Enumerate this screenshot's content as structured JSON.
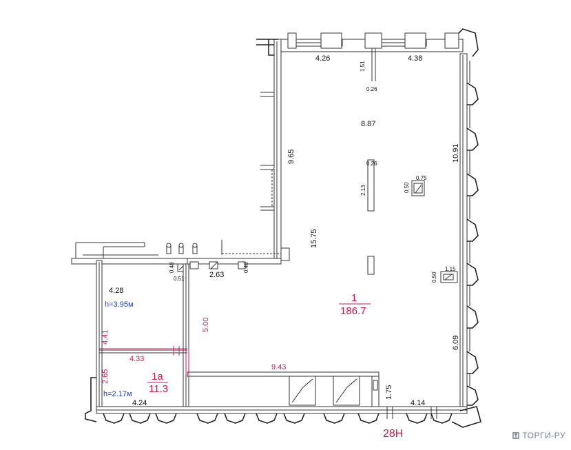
{
  "dimensions": {
    "top_left": "4.26",
    "top_right": "4.38",
    "wall_short": "1.51",
    "wall_thick_top": "0.26",
    "inner_length": "8.87",
    "right_wall": "10.91",
    "left_upper": "9.65",
    "column_thick": "0.26",
    "column_length": "2.13",
    "niche_w": "0.75",
    "niche_h": "0.50",
    "center_long": "15.75",
    "small_a": "0.48",
    "small_b": "0.51",
    "small_c": "0.40",
    "corridor": "2.63",
    "niche2_w": "1.15",
    "niche2_h": "0.50",
    "right_lower": "6.09",
    "bottom_left": "4.24",
    "bottom_right": "4.14",
    "bottom_small": "1.75",
    "room_upper_w": "4.28"
  },
  "red_dims": {
    "wall_441": "4.41",
    "wall_433": "4.33",
    "wall_500": "5.00",
    "wall_943": "9.43",
    "wall_265": "2.65"
  },
  "rooms": {
    "main_number": "1",
    "main_area": "186.7",
    "sub_number": "1а",
    "sub_area": "11.3",
    "unit_label": "28Н"
  },
  "heights": {
    "upper": "h=3.95м",
    "lower": "h=2.17м"
  },
  "colors": {
    "red": "#d0174a",
    "blue": "#1a3fbf",
    "wall": "#222222"
  },
  "logo": {
    "text": "ТОРГИ-РУ",
    "icon": "torgi-logo-icon"
  }
}
